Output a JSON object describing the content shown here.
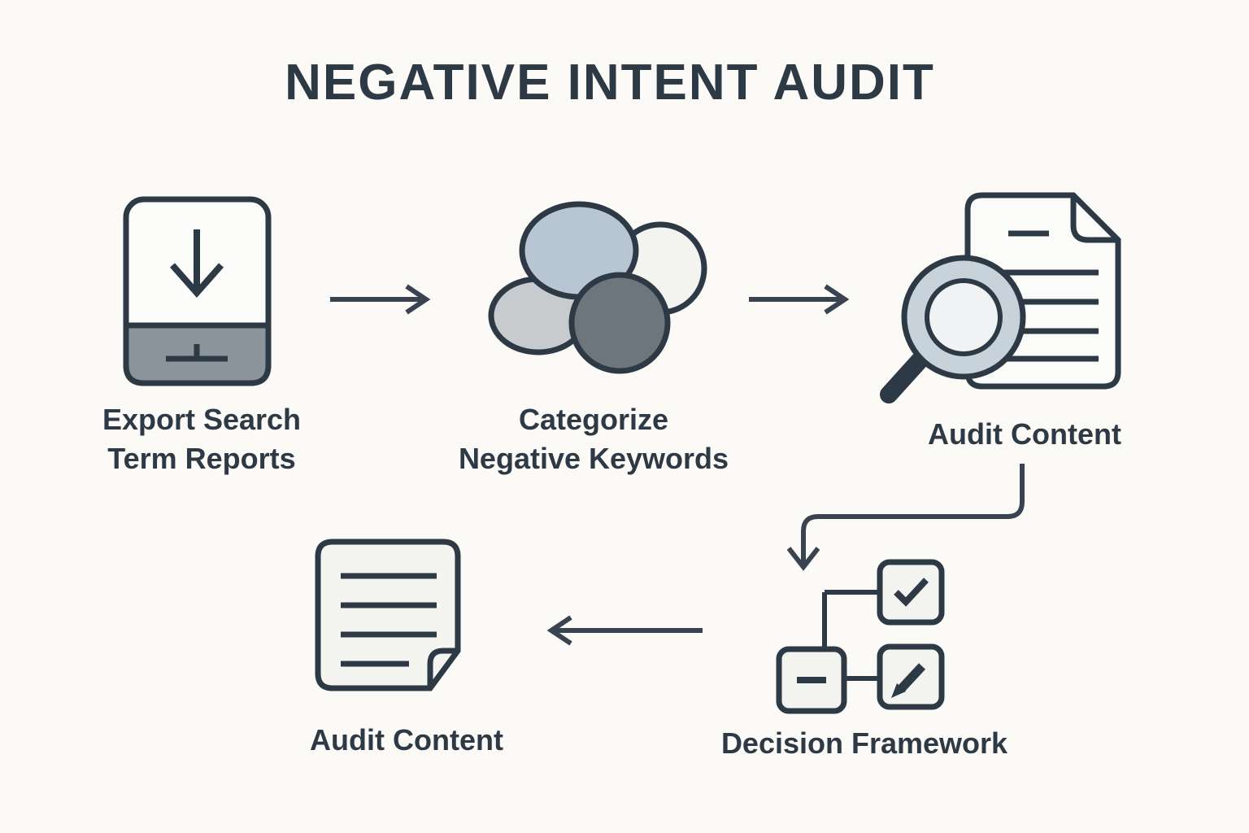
{
  "title": "NEGATIVE INTENT AUDIT",
  "nodes": {
    "export": {
      "line1": "Export Search",
      "line2": "Term Reports",
      "icon": "download-report-icon"
    },
    "categorize": {
      "line1": "Categorize",
      "line2": "Negative Keywords",
      "icon": "keyword-cluster-icon"
    },
    "audit_top": {
      "label": "Audit Content",
      "icon": "magnifier-document-icon"
    },
    "decision": {
      "label": "Decision Framework",
      "icon": "decision-flowchart-icon"
    },
    "audit_bottom": {
      "label": "Audit Content",
      "icon": "document-icon"
    }
  },
  "flow": [
    "export -> categorize",
    "categorize -> audit_top",
    "audit_top -> decision",
    "decision -> audit_bottom"
  ],
  "colors": {
    "background": "#fbfaf7",
    "outline": "#2d3944",
    "text": "#2d3944",
    "arrow": "#3a4450",
    "gray_band": "#8b939b",
    "circle_blue": "#b7c6d2",
    "circle_light": "#f3f3f0",
    "circle_gray": "#c7cbce",
    "circle_dark": "#6e767d",
    "magnifier_ring": "#c8d2da",
    "magnifier_lens": "#f0f2f4",
    "panel_fill": "#f3f3f0"
  }
}
